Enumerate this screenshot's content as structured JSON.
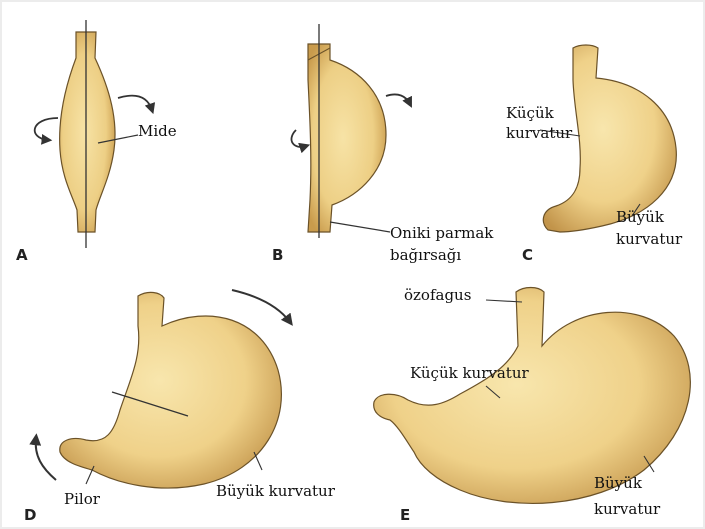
{
  "stages": {
    "a": "A",
    "b": "B",
    "c": "C",
    "d": "D",
    "e": "E"
  },
  "labels": {
    "mide": "Mide",
    "kucuk_c_1": "Küçük",
    "kucuk_c_2": "kurvatur",
    "buyuk_c_1": "Büyük",
    "buyuk_c_2": "kurvatur",
    "oniki_1": "Oniki parmak",
    "oniki_2": "bağırsağı",
    "ozofagus": "özofagus",
    "kucuk_e": "Küçük kurvatur",
    "pilor": "Pilor",
    "buyuk_d": "Büyük kurvatur",
    "buyuk_e_1": "Büyük",
    "buyuk_e_2": "kurvatur"
  },
  "colors": {
    "stomach_fill": "#f2d892",
    "stomach_shade": "#d9b365",
    "outline": "#5a4320",
    "border_frame": "#e6e6e6"
  }
}
